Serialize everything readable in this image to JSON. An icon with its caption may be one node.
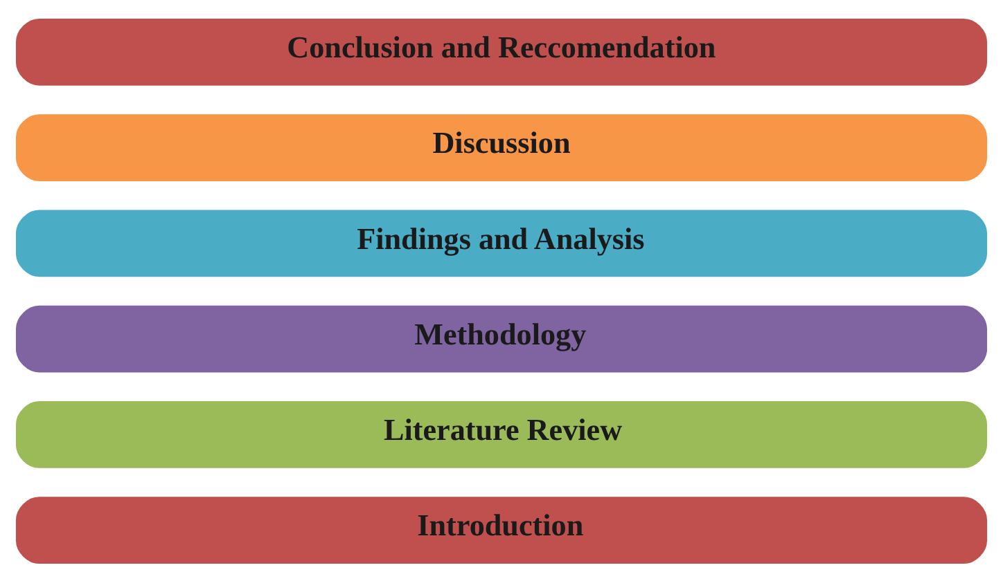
{
  "diagram": {
    "nodes": [
      {
        "text": [
          "Introduction"
        ]
      },
      {
        "text": [
          "Literature Review"
        ]
      },
      {
        "text": [
          "Methodology"
        ]
      },
      {
        "text": [
          "Findings and Analysis"
        ]
      },
      {
        "text": [
          "Discussion"
        ]
      },
      {
        "text": [
          "Conclusion and Reccomendation"
        ]
      }
    ]
  }
}
